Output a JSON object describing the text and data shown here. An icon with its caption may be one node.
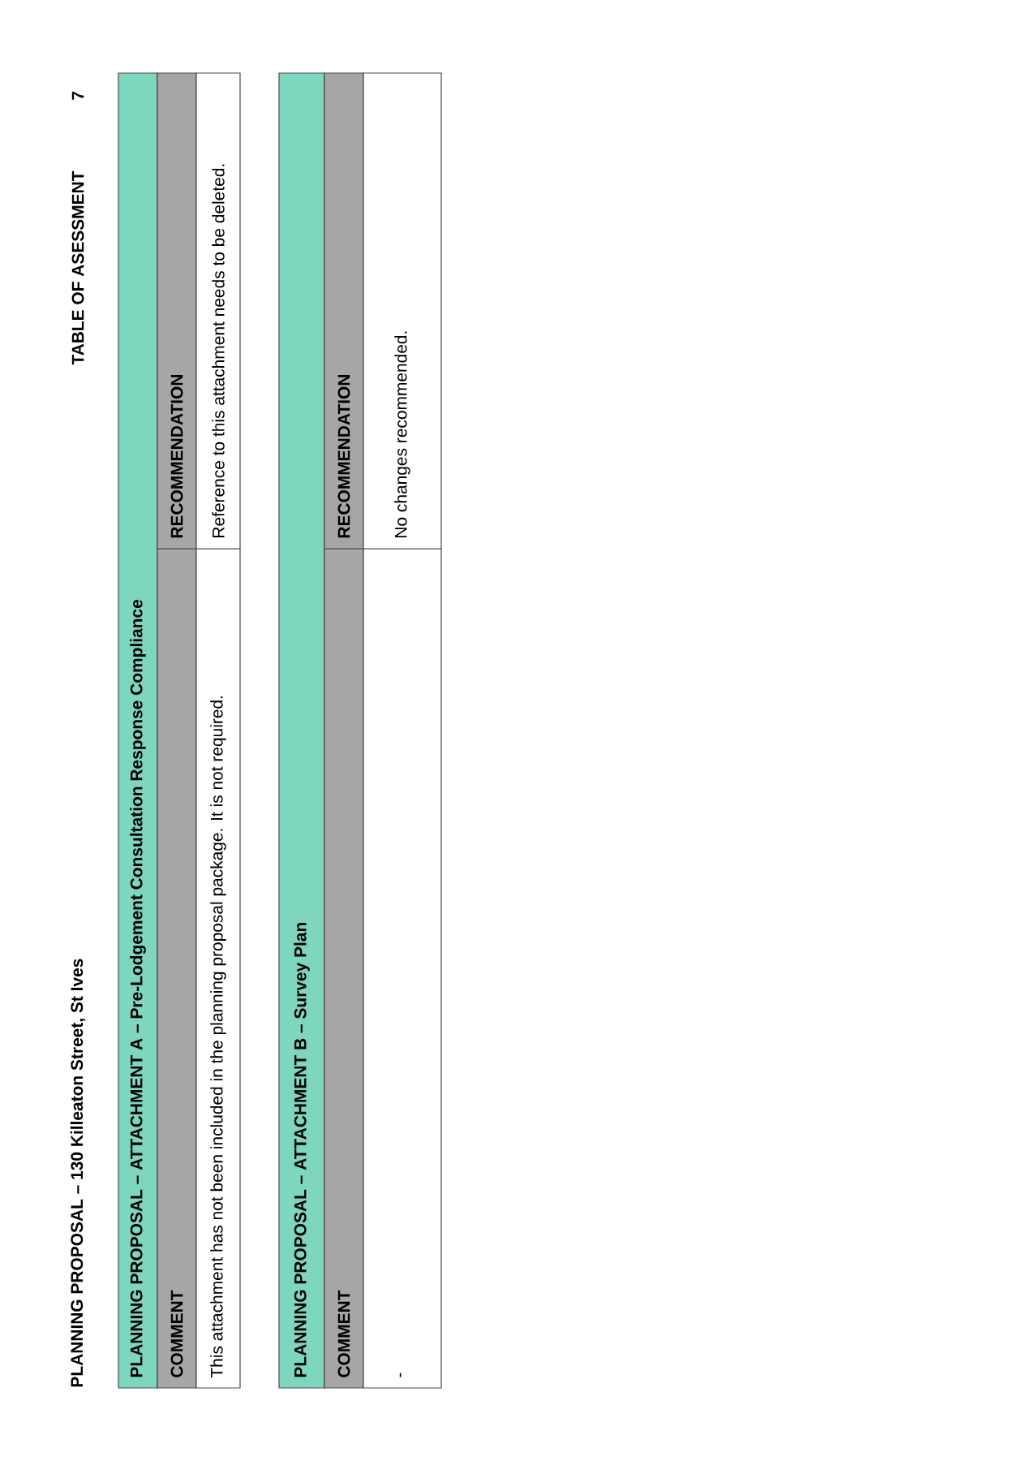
{
  "diagram": {
    "labels": [
      "PLANNING PROPOSAL – 130 Killeaton Street, St Ives",
      "TABLE OF ASESSMENT",
      "7",
      "PLANNING PROPOSAL – ATTACHMENT A – Pre-Lodgement Consultation Response Compliance",
      "COMMENT",
      "RECOMMENDATION",
      "This attachment has not been included in the planning proposal package. It is not required.",
      "Reference to this attachment needs to be deleted.",
      "PLANNING PROPOSAL – ATTACHMENT B – Survey Plan",
      "COMMENT",
      "RECOMMENDATION",
      "-",
      "No changes recommended."
    ]
  }
}
